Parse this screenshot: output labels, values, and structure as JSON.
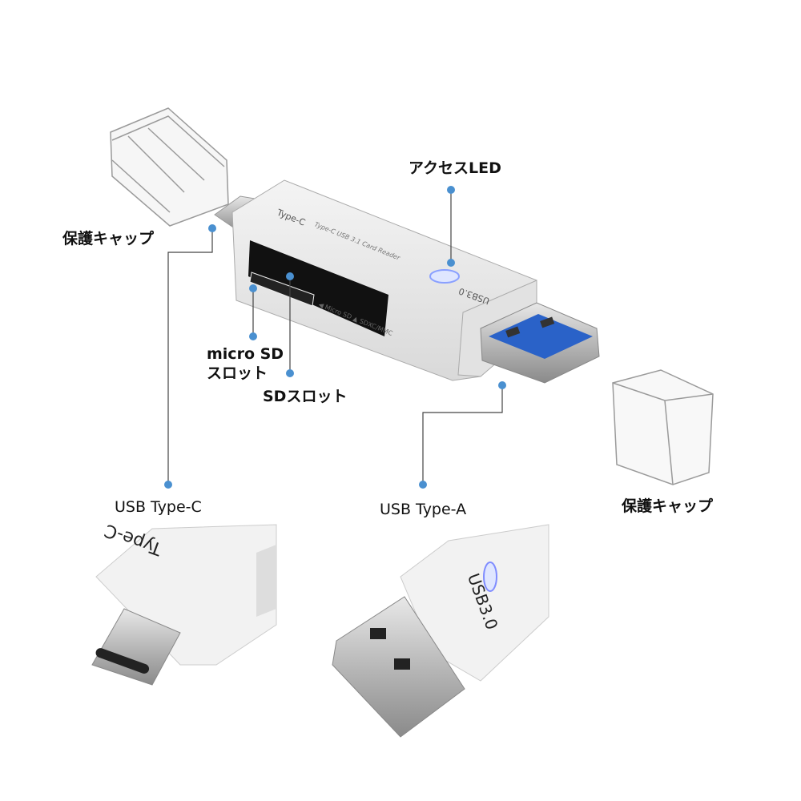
{
  "labels": {
    "cap_left": "保護キャップ",
    "access_led": "アクセスLED",
    "micro_sd_line1": "micro SD",
    "micro_sd_line2": "スロット",
    "sd_slot": "SDスロット",
    "usb_type_c": "USB Type-C",
    "usb_type_a": "USB Type-A",
    "cap_right": "保護キャップ"
  },
  "device_print": {
    "type_c": "Type-C",
    "model": "Type-C USB 3.1 Card Reader",
    "slots": "◀ Micro SD ▲ SDXC/MMC",
    "usb": "USB3.0"
  },
  "closeups": {
    "type_c_print": "Type-C",
    "usb_print": "USB3.0"
  },
  "colors": {
    "dot": "#4a90d0",
    "line": "#444444"
  }
}
